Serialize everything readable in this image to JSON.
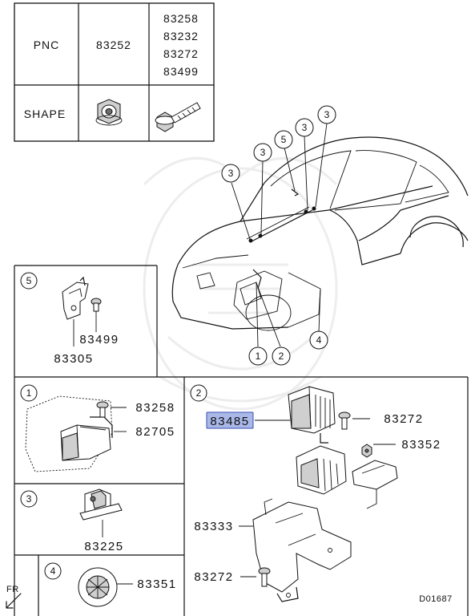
{
  "table": {
    "row_pnc_label": "PNC",
    "row_shape_label": "SHAPE",
    "col1_pnc": "83252",
    "col2_pncs": [
      "83258",
      "83232",
      "83272",
      "83499"
    ]
  },
  "callouts": {
    "top_3a": "3",
    "top_3b": "3",
    "top_5": "5",
    "top_3c": "3",
    "top_3d": "3",
    "bottom_1": "1",
    "bottom_2": "2",
    "bottom_4": "4"
  },
  "panel5": {
    "tag": "5",
    "part_a": "83499",
    "part_b": "83305"
  },
  "panel1": {
    "tag": "1",
    "part_a": "83258",
    "part_b": "82705"
  },
  "panel3": {
    "tag": "3",
    "part_a": "83225"
  },
  "panel4": {
    "tag": "4",
    "part_a": "83351"
  },
  "panel2": {
    "tag": "2",
    "highlighted_part": "83485",
    "part_bolt_upper": "83272",
    "part_nut": "83352",
    "part_bracket": "83333",
    "part_bolt_lower": "83272"
  },
  "direction_label": "FR",
  "diagram_code": "D01687",
  "highlight_color": "#a9b8e8",
  "highlight_border": "#3a4fb0"
}
